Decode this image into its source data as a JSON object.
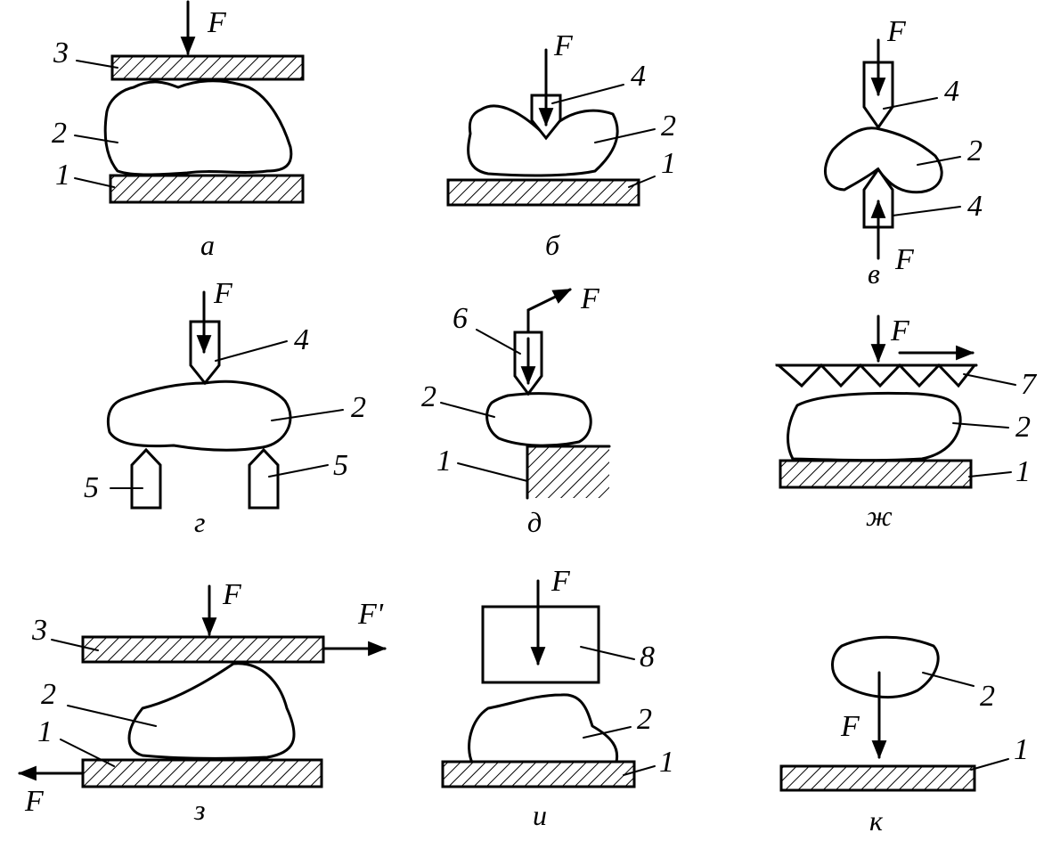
{
  "labels": {
    "force": "F",
    "force_prime": "F'",
    "n1": "1",
    "n2": "2",
    "n3": "3",
    "n4": "4",
    "n5": "5",
    "n6": "6",
    "n7": "7",
    "n8": "8"
  },
  "captions": {
    "a": "а",
    "b": "б",
    "v": "в",
    "g": "г",
    "d": "д",
    "zh": "ж",
    "z": "з",
    "i": "и",
    "k": "к"
  }
}
